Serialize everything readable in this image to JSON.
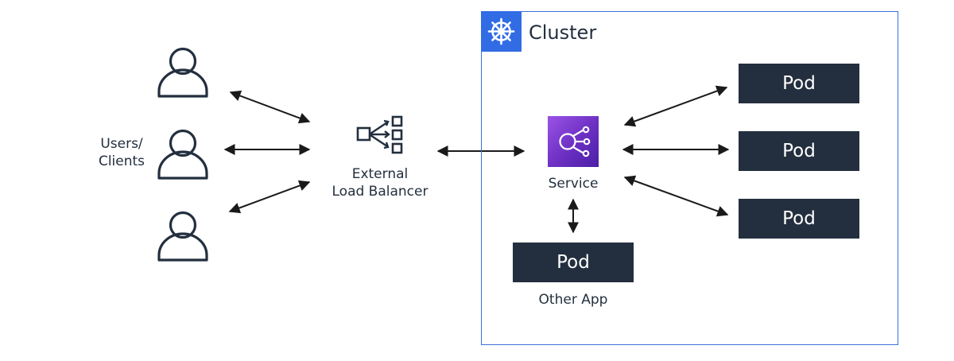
{
  "users": {
    "label_line1": "Users/",
    "label_line2": "Clients",
    "icon": "user-icon"
  },
  "load_balancer": {
    "label_line1": "External",
    "label_line2": "Load Balancer",
    "icon": "load-balancer-icon"
  },
  "cluster": {
    "title": "Cluster",
    "icon": "kubernetes-helm-icon",
    "accent_color": "#326ce5"
  },
  "service": {
    "label": "Service",
    "icon": "service-endpoints-icon",
    "color": "#7a3fd6"
  },
  "pods": [
    {
      "label": "Pod"
    },
    {
      "label": "Pod"
    },
    {
      "label": "Pod"
    }
  ],
  "other_app": {
    "pod_label": "Pod",
    "caption": "Other App"
  },
  "colors": {
    "dark": "#232f3e",
    "cluster_border": "#3a6fd8",
    "service_purple": "#7a3fd6"
  }
}
